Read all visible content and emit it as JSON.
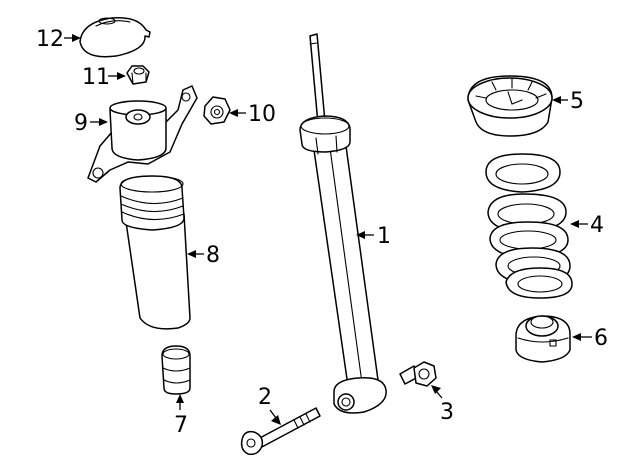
{
  "callouts": [
    {
      "id": "1",
      "part": "shock-absorber"
    },
    {
      "id": "2",
      "part": "lower-bolt"
    },
    {
      "id": "3",
      "part": "lower-nut"
    },
    {
      "id": "4",
      "part": "coil-spring"
    },
    {
      "id": "5",
      "part": "upper-spring-seat"
    },
    {
      "id": "6",
      "part": "lower-spring-insulator"
    },
    {
      "id": "7",
      "part": "bump-stop"
    },
    {
      "id": "8",
      "part": "dust-boot"
    },
    {
      "id": "9",
      "part": "upper-mount"
    },
    {
      "id": "10",
      "part": "mount-nut"
    },
    {
      "id": "11",
      "part": "upper-nut"
    },
    {
      "id": "12",
      "part": "dust-cap"
    }
  ],
  "colors": {
    "line": "#000000",
    "fill": "#ffffff"
  }
}
